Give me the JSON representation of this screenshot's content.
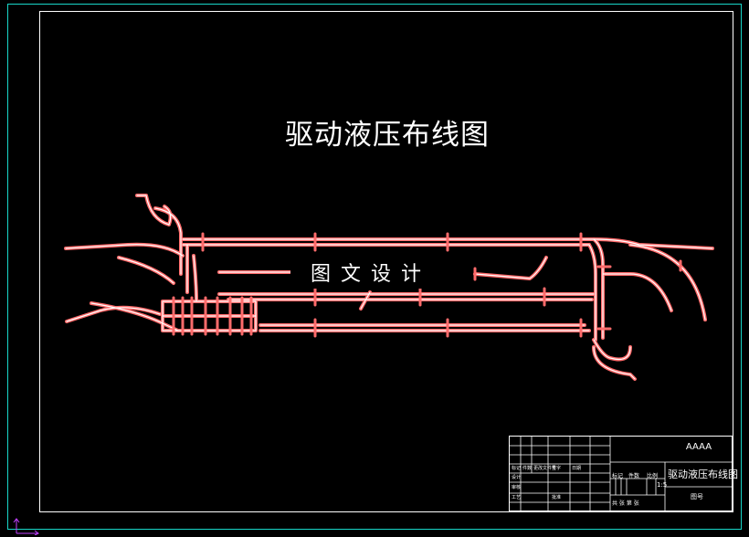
{
  "drawing": {
    "title": "驱动液压布线图",
    "watermark": "图文设计"
  },
  "title_block": {
    "project_code": "AAAA",
    "drawing_name": "驱动液压布线图",
    "drawing_no_label": "图号",
    "scale_value": "1:5",
    "scale_label": "比例",
    "mark_label": "标记",
    "qty_label": "件数",
    "change_doc_label": "更改文件号",
    "sign_label": "签字",
    "date_label": "日期",
    "design_label": "设计",
    "review_label": "审核",
    "process_label": "工艺",
    "approve_label": "批准",
    "sheet_info": "共  张  第  张"
  },
  "colors": {
    "background": "#000000",
    "frame_outer": "#18d6c8",
    "frame_inner": "#ffffff",
    "pipe": "#ff6b6b",
    "pipe_core": "#ffffff"
  },
  "icons": {
    "ucs": "ucs-axis-icon"
  }
}
